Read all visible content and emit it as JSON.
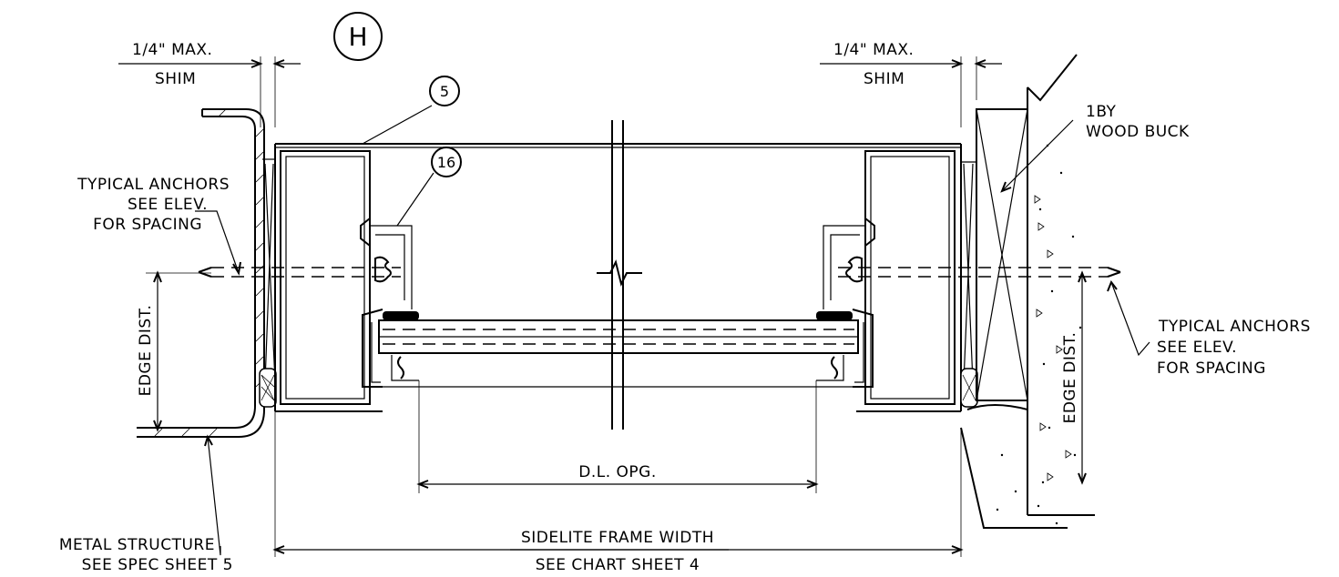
{
  "detail": {
    "section_mark": "H",
    "callouts": [
      "5",
      "16"
    ]
  },
  "labels": {
    "shim_left_max": "1/4\" MAX.",
    "shim_left": "SHIM",
    "shim_right_max": "1/4\" MAX.",
    "shim_right": "SHIM",
    "buck_line1": "1BY",
    "buck_line2": "WOOD BUCK",
    "anchors_left": [
      "TYPICAL ANCHORS",
      "SEE ELEV.",
      "FOR SPACING"
    ],
    "anchors_right": [
      "TYPICAL ANCHORS",
      "SEE ELEV.",
      "FOR SPACING"
    ],
    "edge_dist_left": "EDGE DIST.",
    "edge_dist_right": "EDGE DIST.",
    "dl_opening": "D.L. OPG.",
    "frame_width": "SIDELITE FRAME WIDTH",
    "frame_width_ref": "SEE CHART SHEET 4",
    "metal_structure": "METAL STRUCTURE",
    "metal_structure_ref": "SEE SPEC SHEET 5"
  }
}
